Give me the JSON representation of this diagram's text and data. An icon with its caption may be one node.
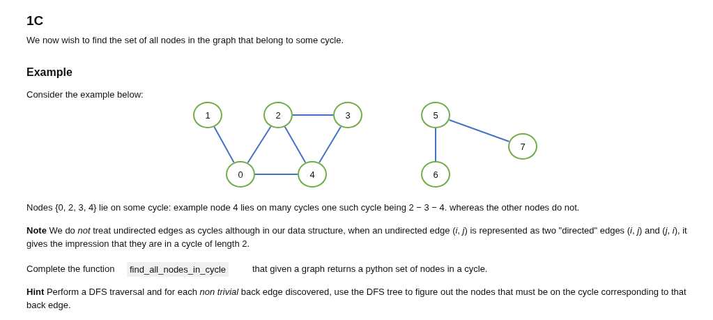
{
  "diagram": {
    "title": "1C",
    "nodes": [
      {
        "text": [
          "1"
        ]
      },
      {
        "text": [
          "2"
        ]
      },
      {
        "text": [
          "3"
        ]
      },
      {
        "text": [
          "5"
        ]
      },
      {
        "text": [
          "7"
        ]
      },
      {
        "text": [
          "0"
        ]
      },
      {
        "text": [
          "4"
        ]
      },
      {
        "text": [
          "6"
        ]
      }
    ],
    "edges": [
      {
        "from": 0,
        "to": 5,
        "arrow": "none"
      },
      {
        "from": 1,
        "to": 2,
        "arrow": "none"
      },
      {
        "from": 1,
        "to": 5,
        "arrow": "none"
      },
      {
        "from": 1,
        "to": 6,
        "arrow": "none"
      },
      {
        "from": 2,
        "to": 6,
        "arrow": "none"
      },
      {
        "from": 5,
        "to": 6,
        "arrow": "none"
      },
      {
        "from": 3,
        "to": 7,
        "arrow": "none"
      },
      {
        "from": 3,
        "to": 4,
        "arrow": "none"
      }
    ],
    "labels": [
      "We now wish to find the set of all nodes in the graph that belong to some cycle.",
      "Example",
      "Consider the example below:",
      "Nodes {0, 2, 3, 4} lie on some cycle: example node 4 lies on many cycles one such cycle being 2 − 3 − 4. whereas the other nodes do not.",
      "**Note** We do *not* treat undirected edges as cycles although in our data structure, when an undirected edge (*i*, *j*) is represented as two \"directed\" edges (*i*, *j*) and (*j*, *i*), it gives the impression that they are in a cycle of length 2.",
      "Complete the function",
      "find_all_nodes_in_cycle",
      "that given a graph returns a python set of nodes in a cycle.",
      "**Hint** Perform a DFS traversal and for each *non trivial* back edge discovered, use the DFS tree to figure out the nodes that must be on the cycle corresponding to that back edge."
    ]
  }
}
